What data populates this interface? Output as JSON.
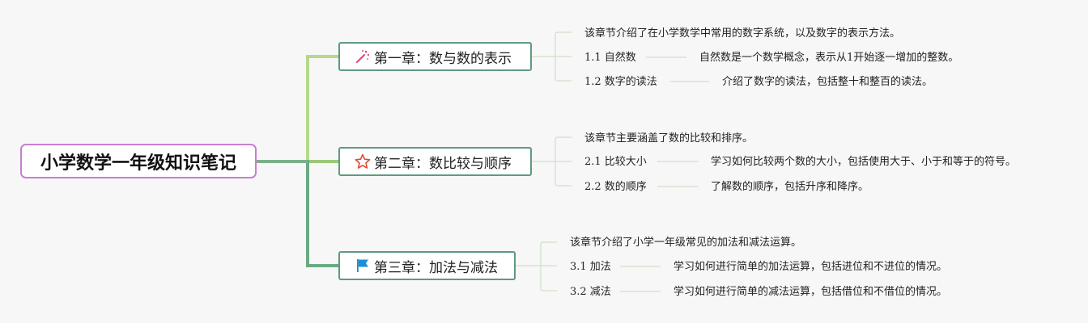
{
  "root": {
    "title": "小学数学一年级知识笔记"
  },
  "chapters": [
    {
      "label": "第一章：数与数的表示",
      "icon": "magic-wand-icon",
      "summary": "该章节介绍了在小学数学中常用的数字系统，以及数字的表示方法。",
      "sections": [
        {
          "label": "1.1 自然数",
          "desc": "自然数是一个数学概念，表示从1开始逐一增加的整数。"
        },
        {
          "label": "1.2 数字的读法",
          "desc": "介绍了数字的读法，包括整十和整百的读法。"
        }
      ]
    },
    {
      "label": "第二章：数比较与顺序",
      "icon": "star-icon",
      "summary": "该章节主要涵盖了数的比较和排序。",
      "sections": [
        {
          "label": "2.1 比较大小",
          "desc": "学习如何比较两个数的大小，包括使用大于、小于和等于的符号。"
        },
        {
          "label": "2.2 数的顺序",
          "desc": "了解数的顺序，包括升序和降序。"
        }
      ]
    },
    {
      "label": "第三章：加法与减法",
      "icon": "flag-icon",
      "summary": "该章节介绍了小学一年级常见的加法和减法运算。",
      "sections": [
        {
          "label": "3.1 加法",
          "desc": "学习如何进行简单的加法运算，包括进位和不进位的情况。"
        },
        {
          "label": "3.2 减法",
          "desc": "学习如何进行简单的减法运算，包括借位和不借位的情况。"
        }
      ]
    }
  ]
}
